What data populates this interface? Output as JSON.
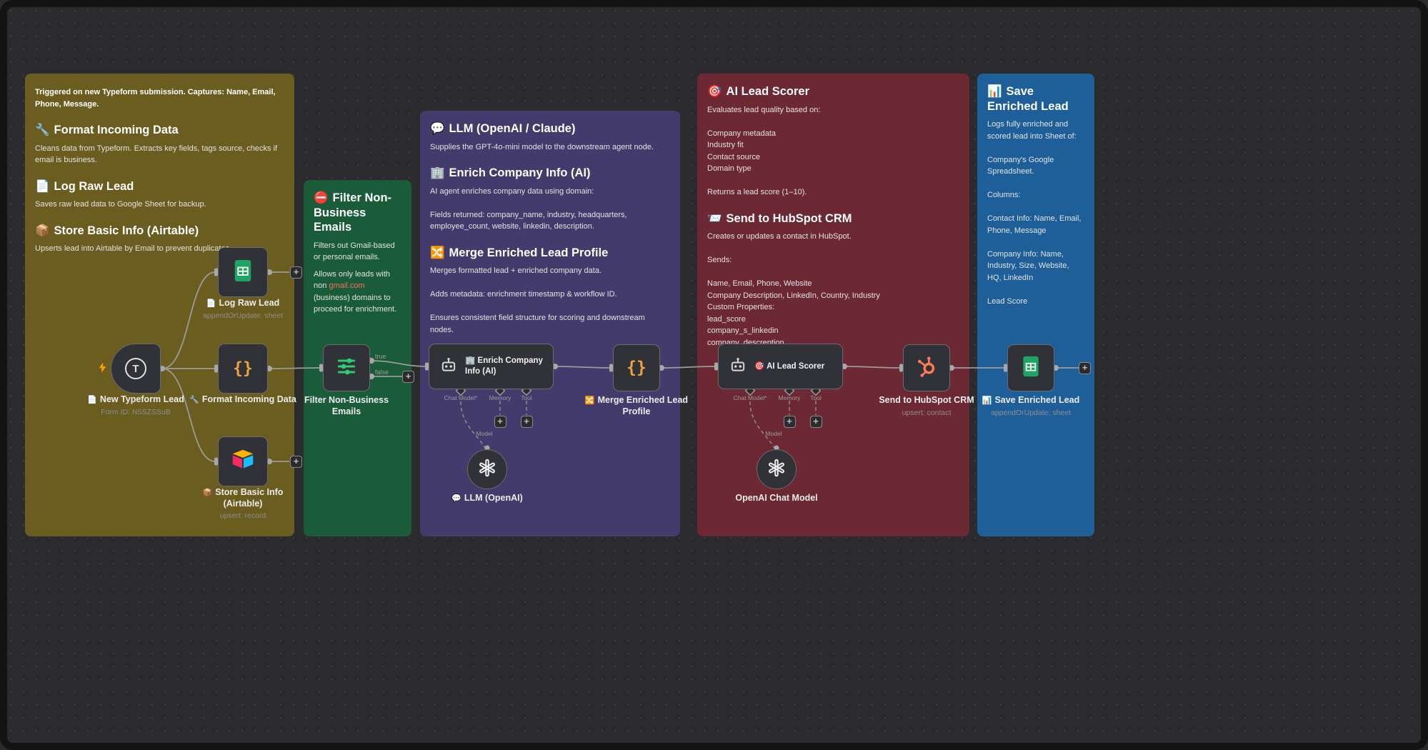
{
  "ui": {
    "plus_icon": "+",
    "brace_icon": "{}"
  },
  "colors": {
    "canvas_bg": "#2b2b2d",
    "sticky_yellow": "#6b5c20",
    "sticky_green": "#1a5b39",
    "sticky_purple": "#423b6b",
    "sticky_red": "#6c2833",
    "sticky_blue": "#1f5f99",
    "braces_orange": "#efa33d",
    "link_red": "#ff6d5a",
    "hubspot_orange": "#ff7a59",
    "sheets_green": "#20a464",
    "wire_gray": "#9b9b9b"
  },
  "stickies": {
    "typeform": {
      "intro": "Triggered on new Typeform submission. Captures: Name, Email, Phone, Message.",
      "sections": [
        {
          "icon": "🔧",
          "title": "Format Incoming Data",
          "body": "Cleans data from Typeform. Extracts key fields, tags source, checks if email is business."
        },
        {
          "icon": "📄",
          "title": "Log Raw Lead",
          "body": "Saves raw lead data to Google Sheet for backup."
        },
        {
          "icon": "📦",
          "title": "Store Basic Info (Airtable)",
          "body": "Upserts lead into Airtable by Email to prevent duplicates."
        }
      ]
    },
    "filter": {
      "icon": "⛔",
      "title": "Filter Non-Business Emails",
      "p1": "Filters out Gmail-based or personal emails.",
      "p2_before": "Allows only leads with non ",
      "p2_link": "gmail.com",
      "p2_after": " (business) domains to proceed for enrichment."
    },
    "llm": {
      "sections": [
        {
          "icon": "💬",
          "title": "LLM (OpenAI / Claude)",
          "body": "Supplies the GPT-4o-mini model to the downstream agent node."
        },
        {
          "icon": "🏢",
          "title": "Enrich Company Info (AI)",
          "body": "AI agent enriches company data using domain:\n\nFields returned: company_name, industry, headquarters, employee_count, website, linkedin, description."
        },
        {
          "icon": "🔀",
          "title": "Merge Enriched Lead Profile",
          "body": "Merges formatted lead + enriched company data.\n\nAdds metadata: enrichment timestamp & workflow ID.\n\nEnsures consistent field structure for scoring and downstream nodes."
        }
      ]
    },
    "scorer": {
      "sections": [
        {
          "icon": "🎯",
          "title": "AI Lead Scorer",
          "body": "Evaluates lead quality based on:\n\nCompany metadata\nIndustry fit\nContact source\nDomain type\n\nReturns a lead score (1–10)."
        },
        {
          "icon": "📨",
          "title": "Send to HubSpot CRM",
          "body": "Creates or updates a contact in HubSpot.\n\nSends:\n\nName, Email, Phone, Website\nCompany Description, LinkedIn, Country, Industry\nCustom Properties:\nlead_score\ncompany_s_linkedin\ncompany_descreption"
        }
      ]
    },
    "save": {
      "icon": "📊",
      "title": "Save Enriched Lead",
      "body": "Logs fully enriched and scored lead into Sheet of:\n\nCompany's Google Spreadsheet.\n\nColumns:\n\nContact Info: Name, Email, Phone, Message\n\nCompany Info: Name, Industry, Size, Website, HQ, LinkedIn\n\nLead Score"
    }
  },
  "nodes": {
    "typeform": {
      "name": "New Typeform Lead",
      "name_icon": "📄",
      "subtitle": "Form ID: N5SZSSuB",
      "icon_letter": "T"
    },
    "format": {
      "name": "Format Incoming Data",
      "name_icon": "🔧"
    },
    "log_raw": {
      "name": "Log Raw Lead",
      "name_icon": "📄",
      "subtitle": "appendOrUpdate: sheet"
    },
    "airtable": {
      "name": "Store Basic Info (Airtable)",
      "name_icon": "📦",
      "subtitle": "upsert: record"
    },
    "filter": {
      "name": "Filter Non-Business Emails",
      "out_true": "true",
      "out_false": "false"
    },
    "enrich": {
      "name": "Enrich Company Info (AI)",
      "name_icon": "🏢",
      "ports": {
        "chat_model": "Chat Model*",
        "memory": "Memory",
        "tool": "Tool"
      },
      "model_label": "Model"
    },
    "llm_openai": {
      "name": "LLM (OpenAI)",
      "name_icon": "💬"
    },
    "merge": {
      "name": "Merge Enriched Lead Profile",
      "name_icon": "🔀"
    },
    "scorer": {
      "name": "AI Lead Scorer",
      "name_icon": "🎯",
      "ports": {
        "chat_model": "Chat Model*",
        "memory": "Memory",
        "tool": "Tool"
      },
      "model_label": "Model"
    },
    "openai_chat": {
      "name": "OpenAI Chat Model"
    },
    "hubspot": {
      "name": "Send to HubSpot CRM",
      "subtitle": "upsert: contact"
    },
    "save_sheet": {
      "name": "Save Enriched Lead",
      "name_icon": "📊",
      "subtitle": "appendOrUpdate: sheet"
    }
  }
}
